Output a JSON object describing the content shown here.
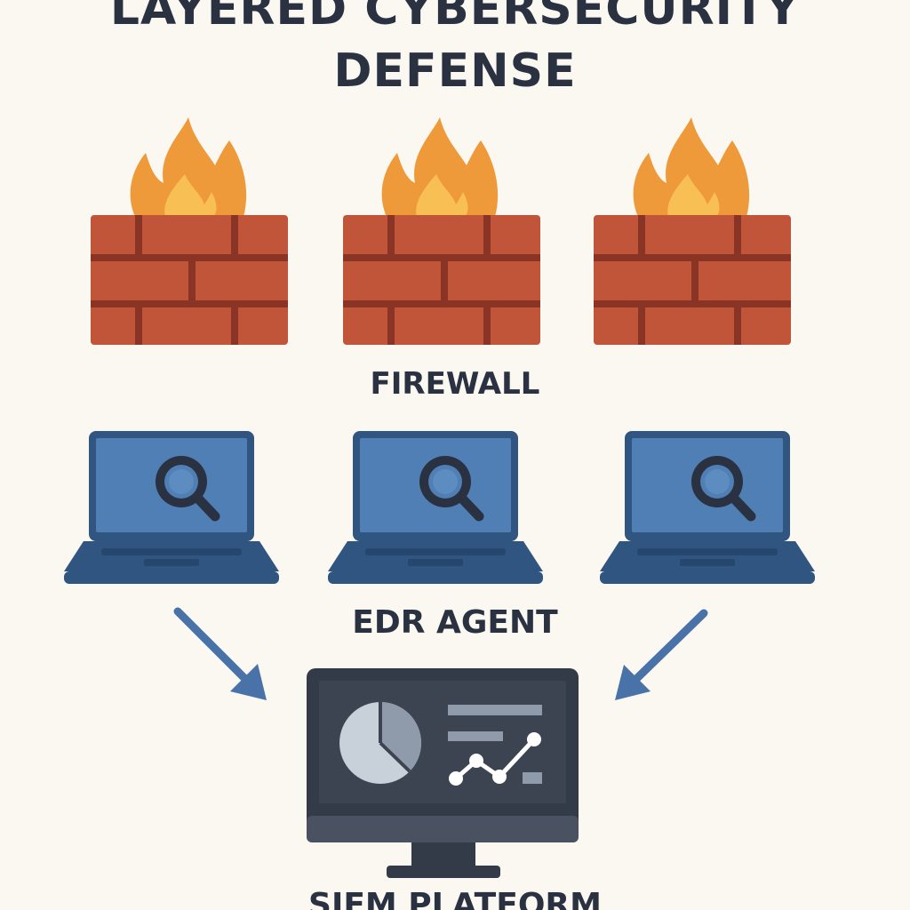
{
  "title": {
    "line1": "LAYERED CYBERSECURITY",
    "line2": "DEFENSE"
  },
  "layers": {
    "firewall": {
      "label": "FIREWALL",
      "count": 3
    },
    "edr": {
      "label": "EDR AGENT",
      "count": 3
    },
    "siem": {
      "label": "SIEM PLATFORM"
    }
  },
  "colors": {
    "background": "#fbf8f2",
    "text": "#2a3140",
    "brick": "#c0553a",
    "mortar": "#8a3426",
    "flame_outer": "#ef9a3a",
    "flame_inner": "#f8bf55",
    "laptop_body": "#2f5580",
    "laptop_screen": "#4f7fb4",
    "arrow": "#4872a8",
    "monitor_frame": "#343b48",
    "monitor_screen": "#3c4452",
    "chart_light": "#c8d0da",
    "chart_grey": "#8f9bab"
  },
  "icons": {
    "firewall": "brick-wall-with-flame-icon",
    "edr": "laptop-with-magnifier-icon",
    "siem": "monitor-with-dashboard-icon",
    "flow": "arrow-icon"
  }
}
